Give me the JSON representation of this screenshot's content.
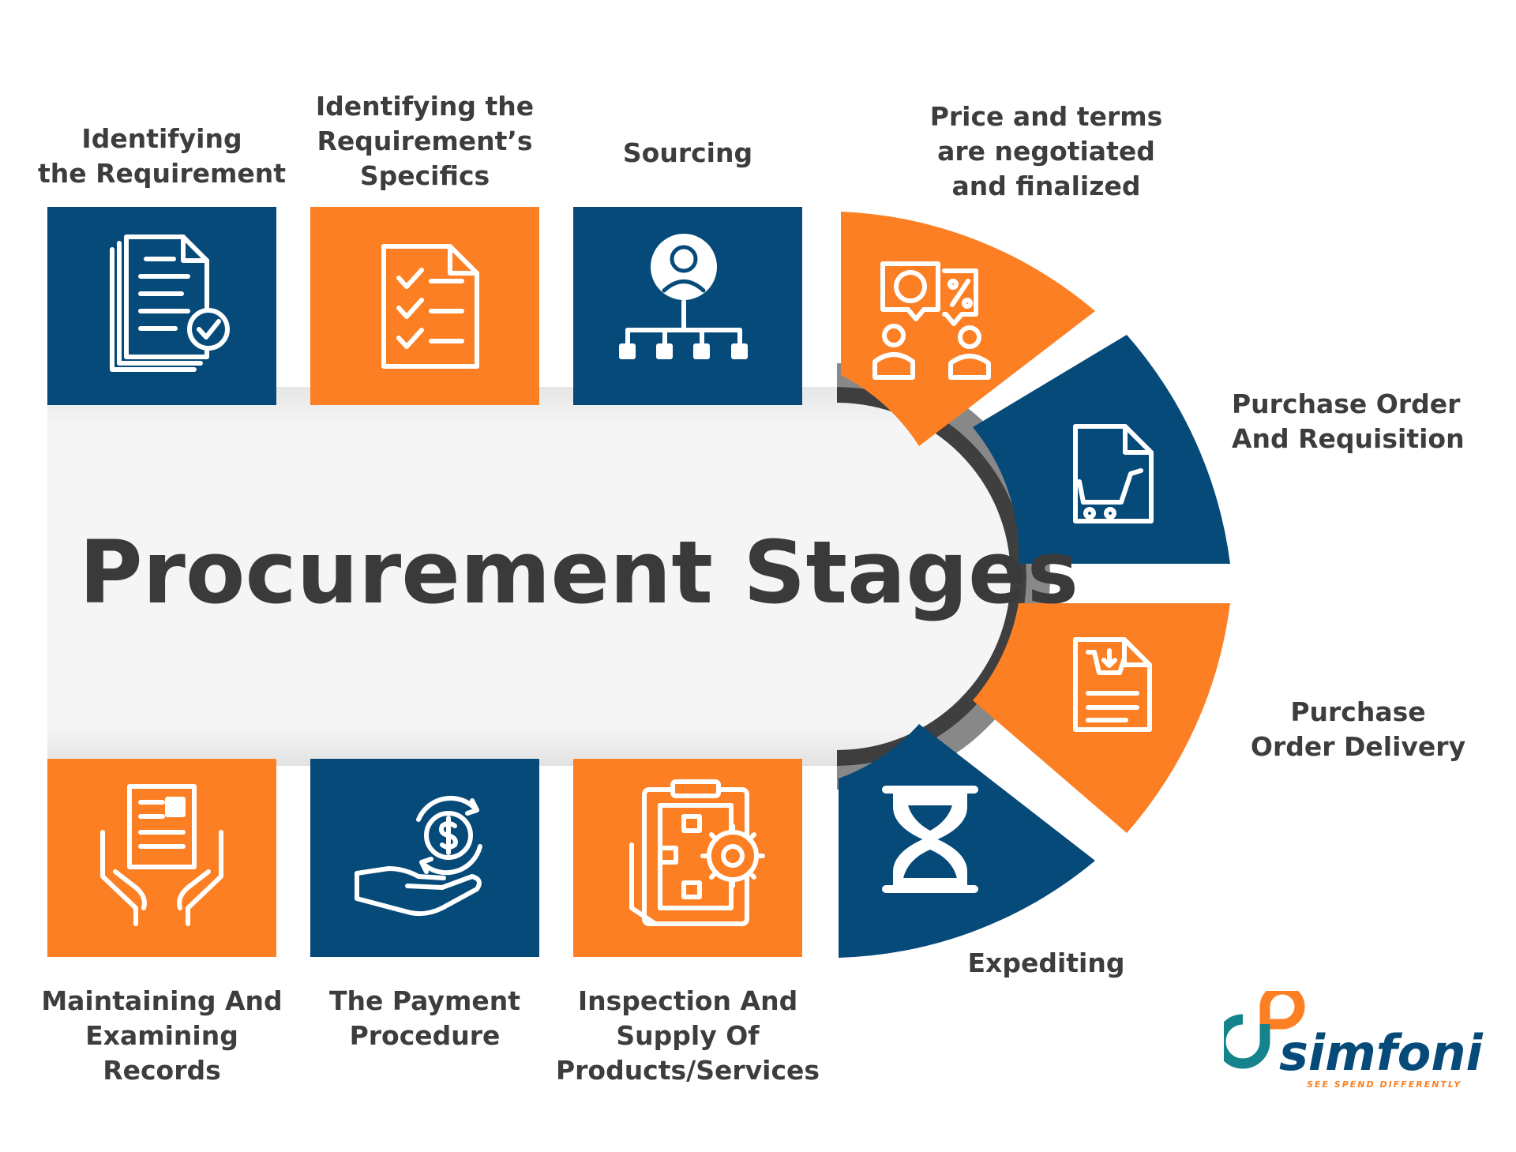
{
  "title": "Procurement Stages",
  "stages": [
    {
      "label": "Identifying\nthe Requirement",
      "icon": "documents-check-icon"
    },
    {
      "label": "Identifying the\nRequirement’s\nSpecifics",
      "icon": "checklist-icon"
    },
    {
      "label": "Sourcing",
      "icon": "org-chart-icon"
    },
    {
      "label": "Price and terms\nare negotiated\nand finalized",
      "icon": "negotiation-icon"
    },
    {
      "label": "Purchase Order\nAnd Requisition",
      "icon": "cart-document-icon"
    },
    {
      "label": "Purchase\nOrder Delivery",
      "icon": "order-download-icon"
    },
    {
      "label": "Expediting",
      "icon": "hourglass-icon"
    },
    {
      "label": "Inspection And\nSupply Of\nProducts/Services",
      "icon": "inspection-gear-icon"
    },
    {
      "label": "The Payment\nProcedure",
      "icon": "hand-dollar-icon"
    },
    {
      "label": "Maintaining And\nExamining\nRecords",
      "icon": "hands-record-icon"
    }
  ],
  "logo": {
    "name": "simfoni",
    "tagline": "SEE SPEND DIFFERENTLY"
  },
  "colors": {
    "blue": "#064a7a",
    "orange": "#fd7f23",
    "text": "#3d3d3d",
    "teal": "#14838c",
    "band": "#f3f3f3"
  }
}
